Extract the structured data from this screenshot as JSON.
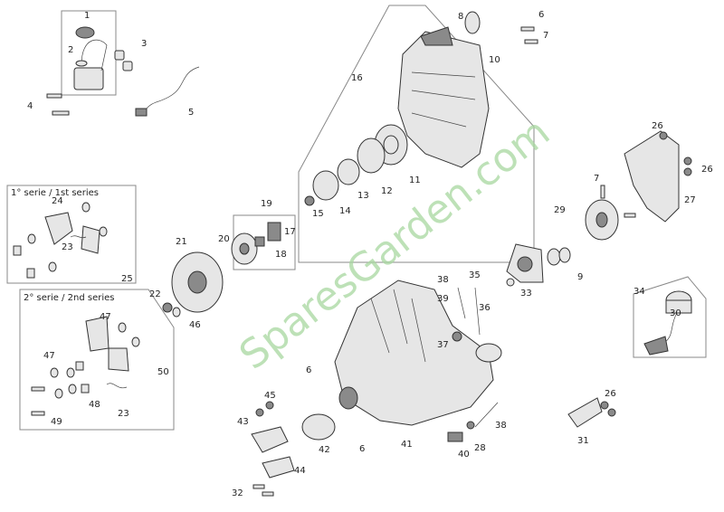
{
  "diagram": {
    "watermark": "SparesGarden.com",
    "series_1_label": "1° serie / 1st series",
    "series_2_label": "2° serie / 2nd series",
    "callouts": [
      "1",
      "2",
      "3",
      "4",
      "5",
      "6",
      "6",
      "6",
      "7",
      "7",
      "8",
      "9",
      "10",
      "11",
      "12",
      "13",
      "14",
      "15",
      "16",
      "17",
      "18",
      "19",
      "20",
      "21",
      "22",
      "23",
      "23",
      "24",
      "25",
      "26",
      "26",
      "26",
      "27",
      "28",
      "29",
      "30",
      "31",
      "32",
      "33",
      "34",
      "35",
      "36",
      "37",
      "38",
      "38",
      "39",
      "40",
      "41",
      "42",
      "43",
      "44",
      "45",
      "46",
      "47",
      "47",
      "48",
      "49",
      "50"
    ]
  }
}
